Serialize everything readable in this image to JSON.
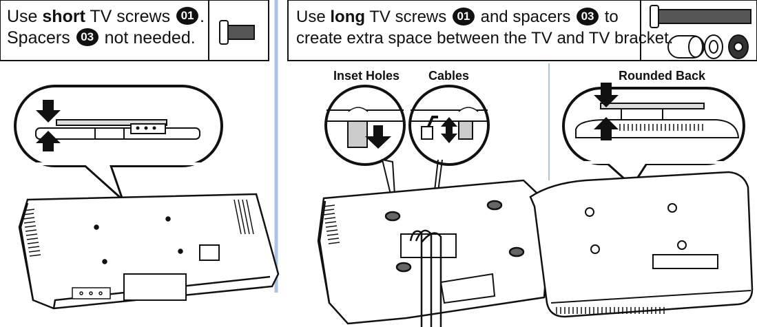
{
  "left_panel": {
    "line1_prefix": "Use ",
    "line1_bold": "short",
    "line1_suffix": " TV screws ",
    "line1_end": ".",
    "line2_prefix": "Spacers ",
    "line2_suffix": " not needed."
  },
  "right_panel": {
    "line1_prefix": "Use ",
    "line1_bold": "long",
    "line1_mid": " TV screws ",
    "line1_mid2": " and spacers ",
    "line1_end": " to",
    "line2": "create extra space between the TV and TV bracket."
  },
  "badges": {
    "screw": "01",
    "spacer": "03"
  },
  "labels": {
    "inset_holes": "Inset Holes",
    "cables": "Cables",
    "rounded_back": "Rounded Back"
  },
  "colors": {
    "divider": "#a9c4e0",
    "ink": "#111111",
    "bg": "#ffffff"
  }
}
